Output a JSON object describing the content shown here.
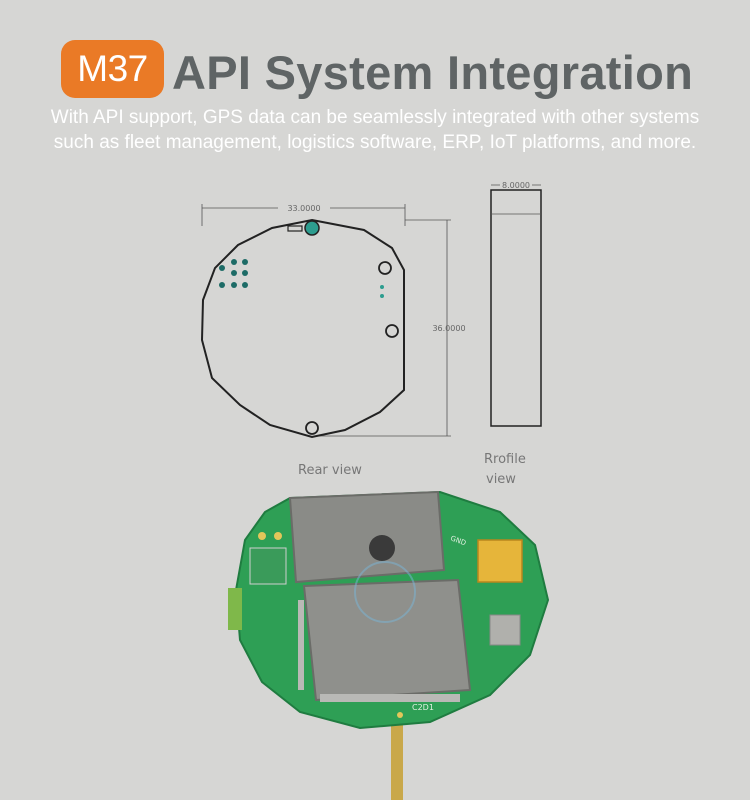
{
  "header": {
    "badge": "M37",
    "title": "API System Integration",
    "description": "With API support, GPS data can be seamlessly integrated with other systems such as fleet management, logistics software, ERP, IoT platforms, and more."
  },
  "drawing": {
    "width_dim": "33.0000",
    "height_dim": "36.0000",
    "depth_dim": "8.0000",
    "rear_label": "Rear  view",
    "profile_label_1": "Rrofile",
    "profile_label_2": "view"
  },
  "pcb_marks": {
    "chip_label": "C2D1",
    "side_text": "GND"
  },
  "colors": {
    "badge": "#ea7a26",
    "title": "#5f6465",
    "background": "#d6d6d4",
    "pcb_green": "#2e9f55"
  }
}
